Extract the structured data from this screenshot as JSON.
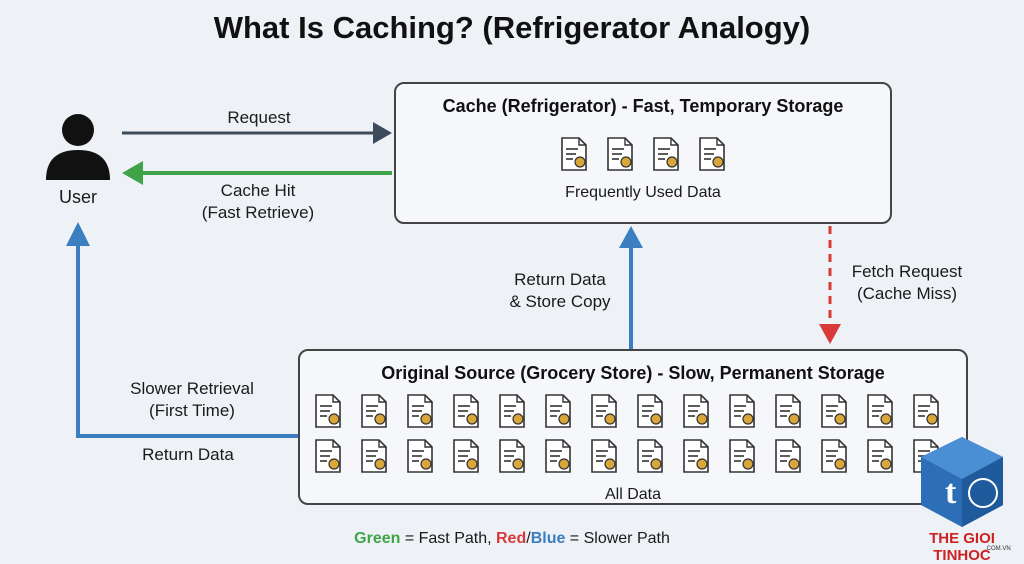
{
  "title": "What Is Caching? (Refrigerator Analogy)",
  "user": {
    "label": "User"
  },
  "cache": {
    "title": "Cache (Refrigerator) - Fast, Temporary Storage",
    "caption": "Frequently Used Data",
    "doc_count": 4
  },
  "source": {
    "title": "Original Source (Grocery Store) - Slow, Permanent Storage",
    "caption": "All Data",
    "rows": 2,
    "doc_per_row": 14
  },
  "arrows": {
    "request": "Request",
    "cache_hit_1": "Cache Hit",
    "cache_hit_2": "(Fast Retrieve)",
    "fetch_1": "Fetch Request",
    "fetch_2": "(Cache Miss)",
    "return_store_1": "Return Data",
    "return_store_2": "& Store Copy",
    "slower_1": "Slower Retrieval",
    "slower_2": "(First Time)",
    "return_data": "Return Data"
  },
  "legend": {
    "green": "Green",
    "part1": " = Fast Path, ",
    "red": "Red",
    "slash": "/",
    "blue": "Blue",
    "part2": " = Slower Path"
  },
  "watermark": {
    "name": "THE GIOI TINHOC",
    "sub": ".COM.VN"
  },
  "colors": {
    "request": "#3d4a5c",
    "fast": "#3fa447",
    "miss": "#d83a3a",
    "slow": "#3b7fc0",
    "border": "#444444"
  }
}
